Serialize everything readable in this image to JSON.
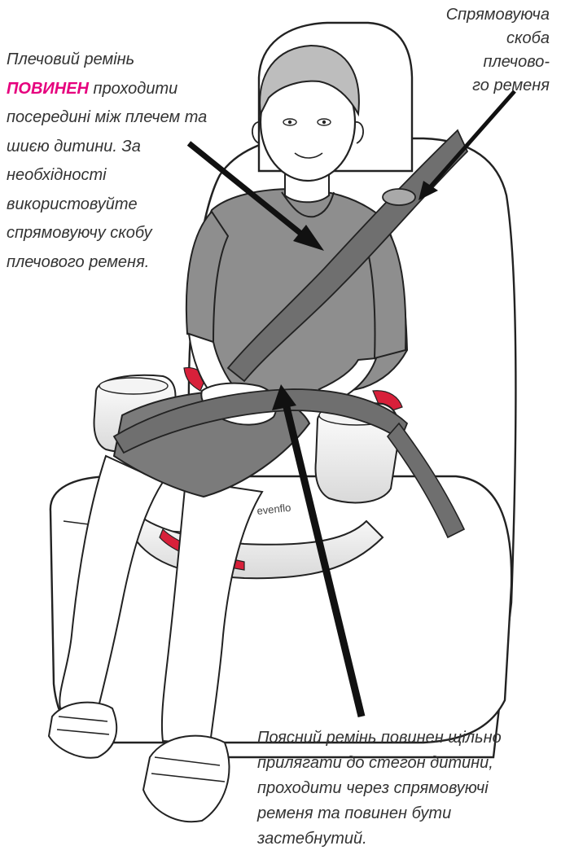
{
  "captions": {
    "shoulder_belt": {
      "line1": "Плечовий ремінь",
      "emphasis": "ПОВИНЕН",
      "line2_rest": " проходити",
      "line3": "посередині між плечем та",
      "line4": "шиєю дитини. За",
      "line5": "необхідності",
      "line6": "використовуйте",
      "line7": "спрямовуючу скобу",
      "line8": "плечового ременя."
    },
    "guide_clip": {
      "line1": "Спрямовуюча",
      "line2": "скоба",
      "line3": "плечово-",
      "line4": "го ременя"
    },
    "lap_belt": {
      "line1": "Поясний ремінь повинен щільно",
      "line2": "прилягати до стегон дитини,",
      "line3": "проходити через спрямовуючі",
      "line4": "ременя та повинен бути",
      "line5": "застебнутий."
    }
  },
  "seat": {
    "brand_logo": "evenflo"
  },
  "colors": {
    "belt": "#6f6f6f",
    "shirt": "#8e8e8e",
    "accent": "#e6007e",
    "seat_red": "#d8203a",
    "outline": "#222222",
    "arrow": "#111111"
  }
}
